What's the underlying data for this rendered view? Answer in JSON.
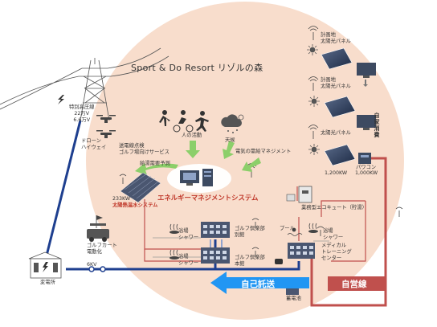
{
  "title": "Sport & Do Resort リゾルの森",
  "panels_top": [
    {
      "line1": "計画地",
      "line2": "太陽光パネル"
    },
    {
      "line1": "計画地",
      "line2": "太陽光パネル"
    },
    {
      "line1": "",
      "line2": "太陽光パネル"
    }
  ],
  "capacity_1": "1,200KW",
  "power_conditioner": "パワコン",
  "capacity_2": "1,000KW",
  "self_consumption": "自家消費",
  "tower_label": {
    "line1": "特別高圧線",
    "line2": "22万V",
    "line3": "6.6万V"
  },
  "drone": {
    "line1": "ドローン",
    "line2": "ハイウェイ"
  },
  "delivery": {
    "line1": "送電線点検",
    "line2": "ゴルフ場向けサービス"
  },
  "human_activity": "人の活動",
  "weather": "天候",
  "power_mgmt": "電気の需給マネジメント",
  "demand_forecast": "給湯需要予測",
  "ems": "エネルギーマネジメントシステム",
  "solar_thermal": {
    "line1": "233KW",
    "line2": "太陽熱温水システム"
  },
  "ecocute": "業務型エコキュート（貯湯）",
  "pool": "プール",
  "shower_1": {
    "line1": "浴場",
    "line2": "シャワー"
  },
  "shower_2": {
    "line1": "浴場",
    "line2": "シャワー"
  },
  "shower_3": {
    "line1": "浴場",
    "line2": "シャワー"
  },
  "golf_villa": {
    "line1": "ゴルフ倶楽部",
    "line2": "別館"
  },
  "golf_main": {
    "line1": "ゴルフ倶楽部",
    "line2": "本館"
  },
  "medical": {
    "line1": "メディカル",
    "line2": "トレーニング",
    "line3": "センター"
  },
  "golf_cart": {
    "line1": "ゴルフカート",
    "line2": "電動化"
  },
  "substation": "変電所",
  "voltage": "6KV",
  "battery": "蓄電池",
  "wheeling": "自己託送",
  "private_line": "自営線",
  "colors": {
    "circle": "#f7dccb",
    "red_line": "#c0504d",
    "blue_line": "#1e3f8f",
    "blue_arrow": "#2196f3",
    "green_arrow": "#8ccf6a",
    "red_box": "#c0504d"
  }
}
